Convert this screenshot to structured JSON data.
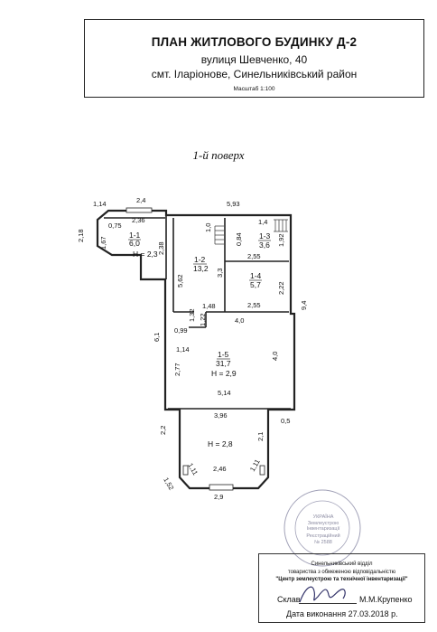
{
  "header": {
    "title": "ПЛАН ЖИТЛОВОГО БУДИНКУ Д-2",
    "street": "вулиця Шевченко,  40",
    "village": "смт. Іларіонове, Синельниківський район",
    "scale": "Масштаб  1:100"
  },
  "floor_label": "1-й поверх",
  "plan": {
    "dimensions": [
      "1,14",
      "2,4",
      "5,93",
      "2,36",
      "0,75",
      "2,18",
      "1,67",
      "2,38",
      "1,0",
      "1,4",
      "0,84",
      "1,92",
      "2,55",
      "3,3",
      "5,62",
      "2,22",
      "9,4",
      "2,55",
      "1,48",
      "1,32",
      "1,22",
      "4,0",
      "0,99",
      "6,1",
      "1,14",
      "4,0",
      "2,77",
      "5,14",
      "3,96",
      "0,5",
      "2,2",
      "2,1",
      "1,11",
      "2,46",
      "1,11",
      "1,52",
      "2,9"
    ],
    "rooms": [
      {
        "id": "1-1",
        "area": "6,0",
        "height": "Н = 2,3"
      },
      {
        "id": "1-2",
        "area": "13,2"
      },
      {
        "id": "1-3",
        "area": "3,6"
      },
      {
        "id": "1-4",
        "area": "5,7"
      },
      {
        "id": "1-5",
        "area": "31,7",
        "height": "Н = 2,9"
      },
      {
        "id": "",
        "area": "",
        "height": "Н = 2,8"
      }
    ]
  },
  "stamp": {
    "org1": "Синельниківський відділ",
    "org2": "товариства з обмеженою відповідальністю",
    "org3": "\"Центр землеустрою та технічної інвентаризації\"",
    "sign_label": "Склав",
    "sign_name": "М.М.Крупенко",
    "date": "Дата виконання 27.03.2018 р."
  },
  "seal": {
    "lines": [
      "УКРАЇНА",
      "Землеустрою",
      "Інвентаризації",
      "Реєстраційний",
      "№ 2588"
    ]
  }
}
